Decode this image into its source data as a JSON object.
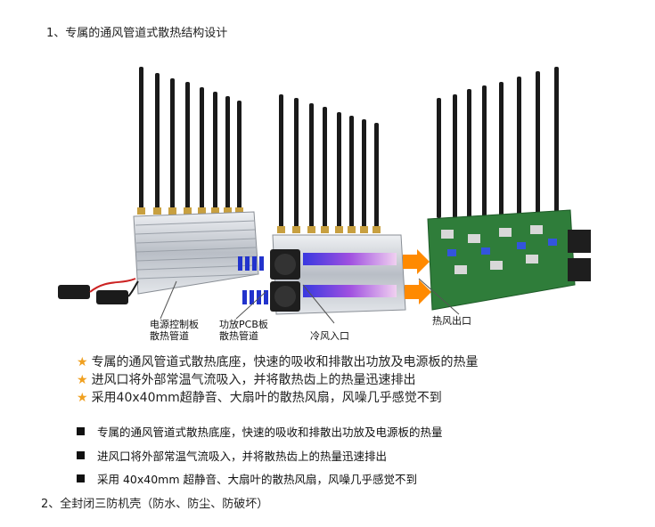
{
  "section1": {
    "heading": "1、专属的通风管道式散热结构设计"
  },
  "figure": {
    "callouts": {
      "power_board_line1": "电源控制板",
      "power_board_line2": "散热管道",
      "pa_board_line1": "功放PCB板",
      "pa_board_line2": "散热管道",
      "cold_air_in": "冷风入口",
      "hot_air_out": "热风出口"
    }
  },
  "star_points": [
    "专属的通风管道式散热底座，快速的吸收和排散出功放及电源板的热量",
    "进风口将外部常温气流吸入，并将散热齿上的热量迅速排出",
    "采用40x40mm超静音、大扇叶的散热风扇，风噪几乎感觉不到"
  ],
  "bullet_points": [
    "专属的通风管道式散热底座，快速的吸收和排散出功放及电源板的热量",
    "进风口将外部常温气流吸入，并将散热齿上的热量迅速排出",
    "采用 40x40mm 超静音、大扇叶的散热风扇，风噪几乎感觉不到"
  ],
  "section2": {
    "heading": "2、全封闭三防机壳（防水、防尘、防破坏）"
  },
  "colors": {
    "star": "#f0a020",
    "cold_air": "#2233cc",
    "hot_air": "#ff8a00",
    "pcb_green": "#2f7d3a",
    "heatsink": "#c8ccd2"
  }
}
